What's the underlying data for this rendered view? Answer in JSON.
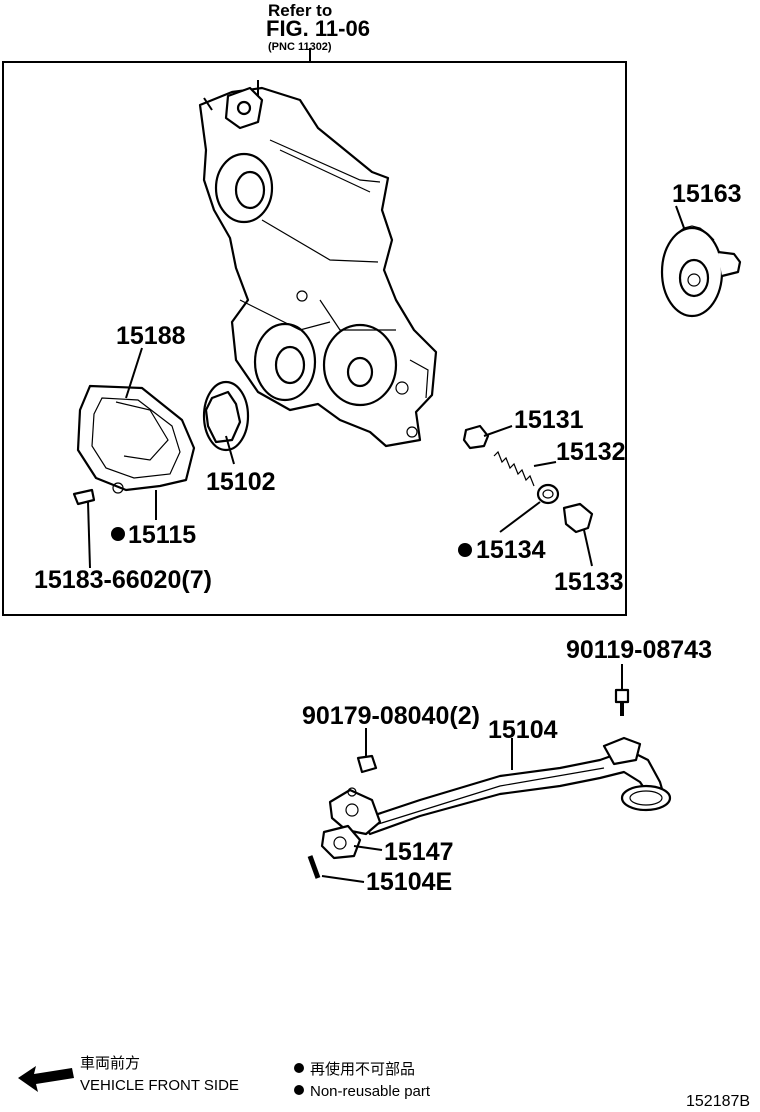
{
  "reference": {
    "line1": "Refer to",
    "line2": "FIG. 11-06",
    "line3": "(PNC 11302)"
  },
  "parts": {
    "p15163": "15163",
    "p15188": "15188",
    "p15102": "15102",
    "p15115": "15115",
    "p15183": "15183-66020(7)",
    "p15131": "15131",
    "p15132": "15132",
    "p15134": "15134",
    "p15133": "15133",
    "p90119": "90119-08743",
    "p90179": "90179-08040(2)",
    "p15104": "15104",
    "p15147": "15147",
    "p15104E": "15104E"
  },
  "legend": {
    "front_jp": "車両前方",
    "front_en": "VEHICLE FRONT SIDE",
    "nonreuse_jp": "再使用不可部品",
    "nonreuse_en": "Non-reusable part"
  },
  "figure_id": "152187B"
}
